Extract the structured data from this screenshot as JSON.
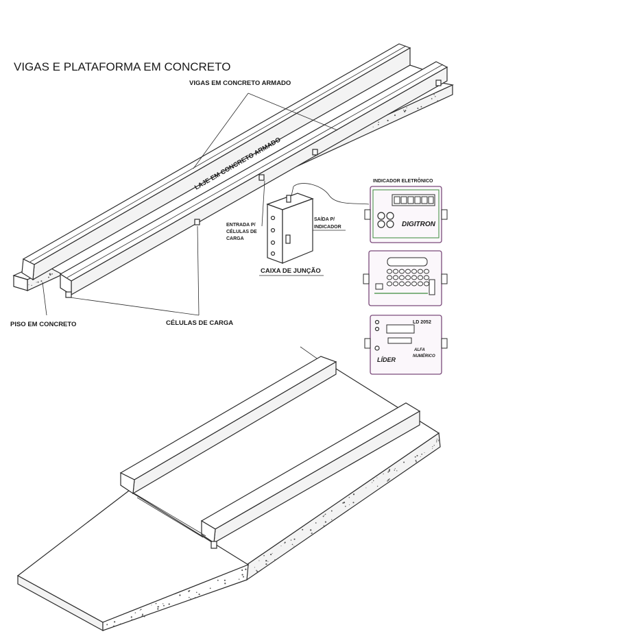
{
  "title": "VIGAS E PLATAFORMA EM CONCRETO",
  "labels": {
    "vigas": "VIGAS EM CONCRETO ARMADO",
    "laje": "LAJE EM CONCRETO ARMADO",
    "indicador": "INDICADOR ELETRÔNICO",
    "entrada_1": "ENTRADA P/",
    "entrada_2": "CÉLULAS DE",
    "entrada_3": "CARGA",
    "saida_1": "SAÍDA P/",
    "saida_2": "INDICADOR",
    "caixa": "CAIXA DE JUNÇÃO",
    "piso": "PISO EM CONCRETO",
    "celulas": "CÉLULAS DE CARGA"
  },
  "indicators": {
    "digitron": "DIGITRON",
    "lider_model": "LD 2052",
    "lider_brand": "LÍDER",
    "lider_sub_1": "ALFA",
    "lider_sub_2": "NUMÉRICO"
  },
  "colors": {
    "ink": "#2a2a2a",
    "indicator_outline": "#7a4a7a",
    "indicator_accent": "#3a8a3a"
  }
}
